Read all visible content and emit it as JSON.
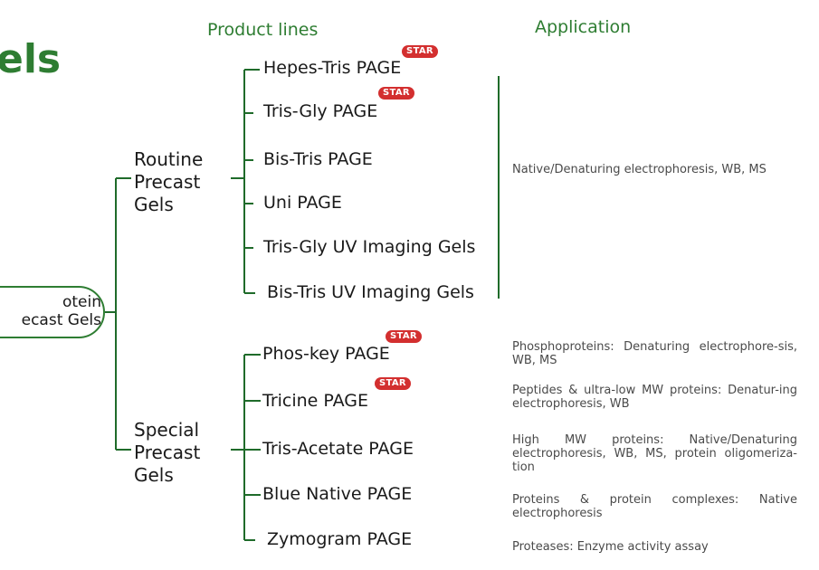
{
  "title": "els",
  "headers": {
    "product_lines": "Product lines",
    "application": "Application"
  },
  "root": {
    "line1": "otein",
    "line2": "ecast Gels"
  },
  "categories": {
    "routine": {
      "line1": "Routine",
      "line2": "Precast",
      "line3": "Gels"
    },
    "special": {
      "line1": "Special",
      "line2": "Precast",
      "line3": "Gels"
    }
  },
  "star_label": "STAR",
  "products": {
    "hepes_tris": "Hepes-Tris PAGE",
    "tris_gly": "Tris-Gly PAGE",
    "bis_tris": "Bis-Tris PAGE",
    "uni": "Uni PAGE",
    "tris_gly_uv": "Tris-Gly UV Imaging Gels",
    "bis_tris_uv": "Bis-Tris UV Imaging Gels",
    "phos_key": "Phos-key PAGE",
    "tricine": "Tricine PAGE",
    "tris_acetate": "Tris-Acetate PAGE",
    "blue_native": "Blue Native PAGE",
    "zymogram": "Zymogram PAGE"
  },
  "applications": {
    "routine": "Native/Denaturing electrophoresis, WB, MS",
    "phos_key": "Phosphoproteins: Denaturing electrophore-sis, WB, MS",
    "tricine": "Peptides & ultra-low MW proteins: Denatur-ing electrophoresis, WB",
    "tris_acetate": "High MW proteins: Native/Denaturing electrophoresis, WB, MS, protein oligomeriza-tion",
    "blue_native": "Proteins & protein complexes: Native electrophoresis",
    "zymogram": "Proteases: Enzyme activity assay"
  },
  "colors": {
    "accent": "#2e7d32",
    "star": "#d32f2f"
  }
}
